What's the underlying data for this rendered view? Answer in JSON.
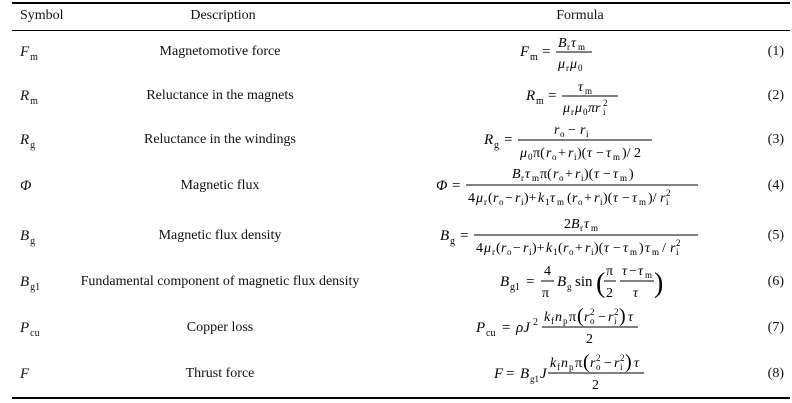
{
  "header": {
    "symbol": "Symbol",
    "description": "Description",
    "formula": "Formula"
  },
  "rows": [
    {
      "symbol": "F",
      "symbol_sub": "m",
      "description": "Magnetomotive force",
      "number": "(1)",
      "formula": "F_m = B_r τ_m / (μ_r μ_0)"
    },
    {
      "symbol": "R",
      "symbol_sub": "m",
      "description": "Reluctance in the magnets",
      "number": "(2)",
      "formula": "R_m = τ_m / (μ_r μ_0 π r_i^2)"
    },
    {
      "symbol": "R",
      "symbol_sub": "g",
      "description": "Reluctance in the windings",
      "number": "(3)",
      "formula": "R_g = (r_o − r_i) / (μ_0 π (r_o + r_i)(τ − τ_m)/2)"
    },
    {
      "symbol": "Φ",
      "symbol_sub": "",
      "description": "Magnetic flux",
      "number": "(4)",
      "formula": "Φ = B_r τ_m π (r_o + r_i)(τ − τ_m) / (4μ_r (r_o − r_i) + k_1 τ_m (r_o + r_i)(τ − τ_m)/r_i^2)"
    },
    {
      "symbol": "B",
      "symbol_sub": "g",
      "description": "Magnetic flux density",
      "number": "(5)",
      "formula": "B_g = 2B_r τ_m / (4μ_r (r_o − r_i) + k_1 (r_o + r_i)(τ − τ_m) τ_m / r_i^2)"
    },
    {
      "symbol": "B",
      "symbol_sub": "g1",
      "description": "Fundamental component of magnetic flux density",
      "number": "(6)",
      "formula": "B_g1 = (4/π) B_g sin((π/2)(τ − τ_m)/τ)"
    },
    {
      "symbol": "P",
      "symbol_sub": "cu",
      "description": "Copper loss",
      "number": "(7)",
      "formula": "P_cu = ρ J^2 k_f n_p π (r_o^2 − r_i^2) τ / 2"
    },
    {
      "symbol": "F",
      "symbol_sub": "",
      "description": "Thrust force",
      "number": "(8)",
      "formula": "F = B_g1 J k_f n_p π (r_o^2 − r_i^2) τ / 2"
    }
  ]
}
